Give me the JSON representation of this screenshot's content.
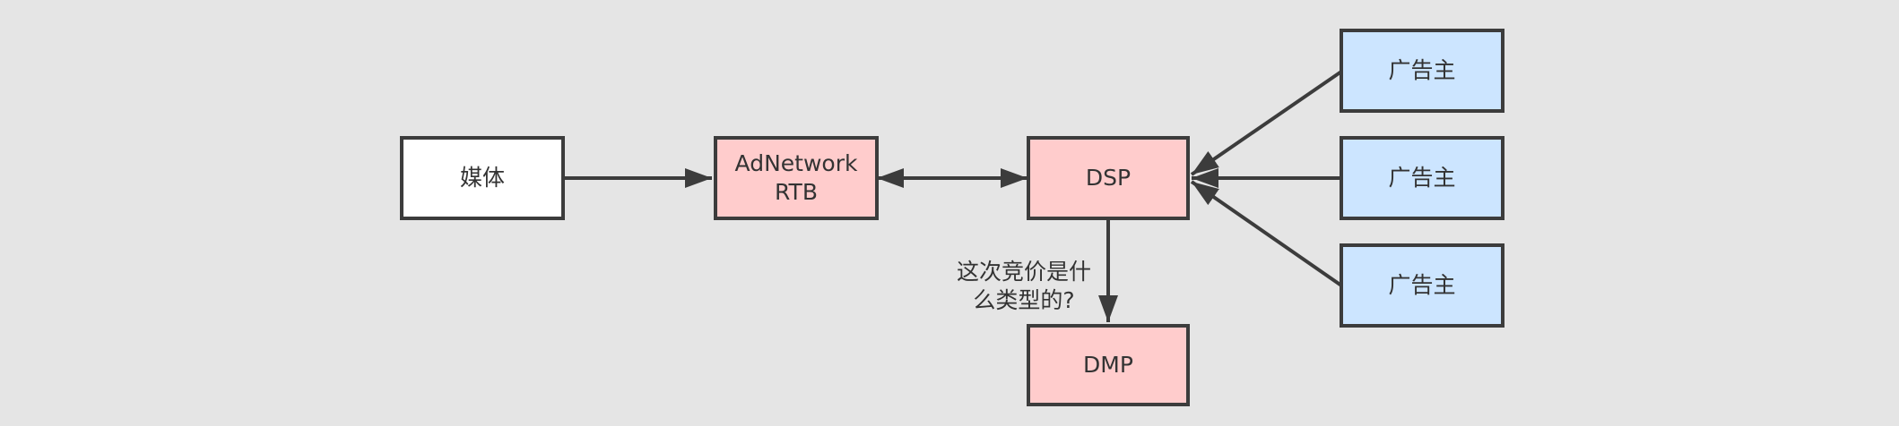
{
  "nodes": {
    "media": {
      "label": "媒体",
      "fill": "#ffffff"
    },
    "adnetwork": {
      "lines": [
        "AdNetwork",
        "RTB"
      ],
      "fill": "#ffcccc"
    },
    "dsp": {
      "label": "DSP",
      "fill": "#ffcccc"
    },
    "dmp": {
      "label": "DMP",
      "fill": "#ffcccc"
    },
    "advertisers": [
      {
        "label": "广告主",
        "fill": "#cce5ff"
      },
      {
        "label": "广告主",
        "fill": "#cce5ff"
      },
      {
        "label": "广告主",
        "fill": "#cce5ff"
      }
    ]
  },
  "edges": {
    "dsp_to_dmp_label": [
      "这次竞价是什",
      "么类型的?"
    ]
  },
  "colors": {
    "background": "#e5e5e5",
    "stroke": "#3c3c3c",
    "text": "#333333"
  }
}
